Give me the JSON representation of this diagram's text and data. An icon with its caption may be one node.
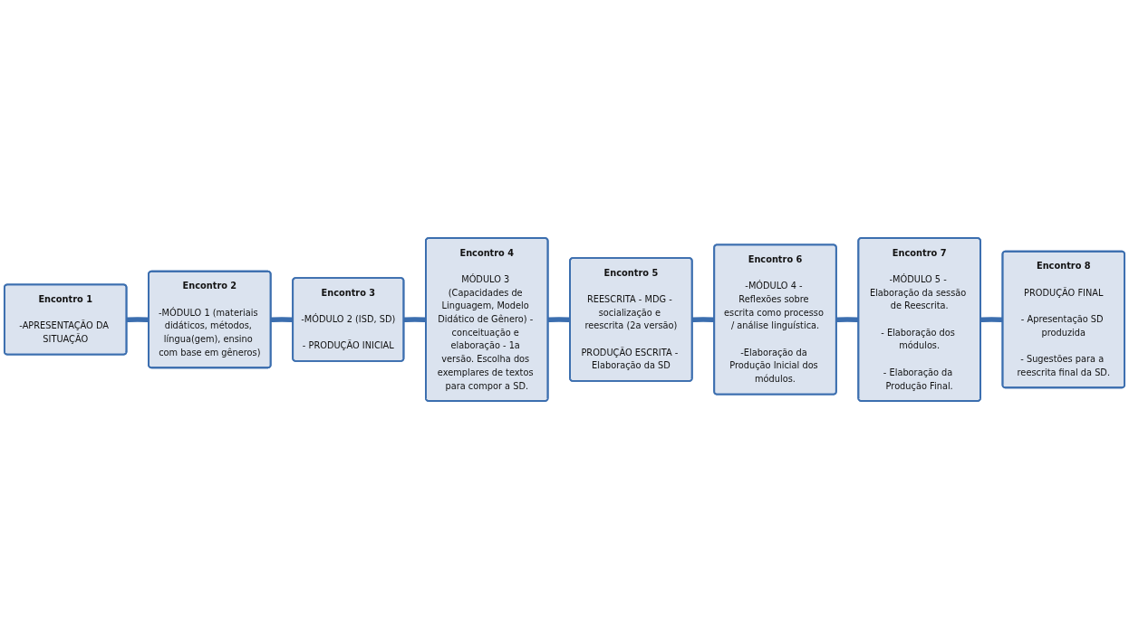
{
  "diagram": {
    "nodes": [
      {
        "text": [
          "Encontro 1",
          "-APRESENTAÇÃO DA SITUAÇÃO"
        ]
      },
      {
        "text": [
          "Encontro 2",
          "-MÓDULO 1 (materiais didáticos, métodos, língua(gem), ensino com base em gêneros)"
        ]
      },
      {
        "text": [
          "Encontro 3",
          "-MÓDULO 2 (ISD, SD)",
          "- PRODUÇÃO INICIAL"
        ]
      },
      {
        "text": [
          "Encontro 4",
          "MÓDULO 3 (Capacidades de Linguagem, Modelo Didático de Gênero) - conceituação e elaboração - 1a versão. Escolha dos exemplares de textos para compor a SD."
        ]
      },
      {
        "text": [
          "Encontro 5",
          "REESCRITA - MDG - socialização e reescrita (2a versão)",
          "PRODUÇÃO ESCRITA - Elaboração da SD"
        ]
      },
      {
        "text": [
          "Encontro 6",
          "-MÓDULO 4 - Reflexões sobre escrita como processo / análise linguística.",
          "-Elaboração da Produção Inicial dos módulos."
        ]
      },
      {
        "text": [
          "Encontro 7",
          "-MÓDULO 5 - Elaboração da sessão de Reescrita.",
          "- Elaboração dos módulos.",
          "- Elaboração da Produção Final."
        ]
      },
      {
        "text": [
          "Encontro 8",
          "PRODUÇÃO FINAL",
          "- Apresentação SD produzida",
          "- Sugestões para a reescrita final da SD."
        ]
      }
    ],
    "edges": [
      {
        "from": 0,
        "to": 1,
        "arrow": "none"
      },
      {
        "from": 1,
        "to": 2,
        "arrow": "none"
      },
      {
        "from": 2,
        "to": 3,
        "arrow": "none"
      },
      {
        "from": 3,
        "to": 4,
        "arrow": "none"
      },
      {
        "from": 4,
        "to": 5,
        "arrow": "none"
      },
      {
        "from": 5,
        "to": 6,
        "arrow": "none"
      },
      {
        "from": 6,
        "to": 7,
        "arrow": "none"
      }
    ]
  }
}
